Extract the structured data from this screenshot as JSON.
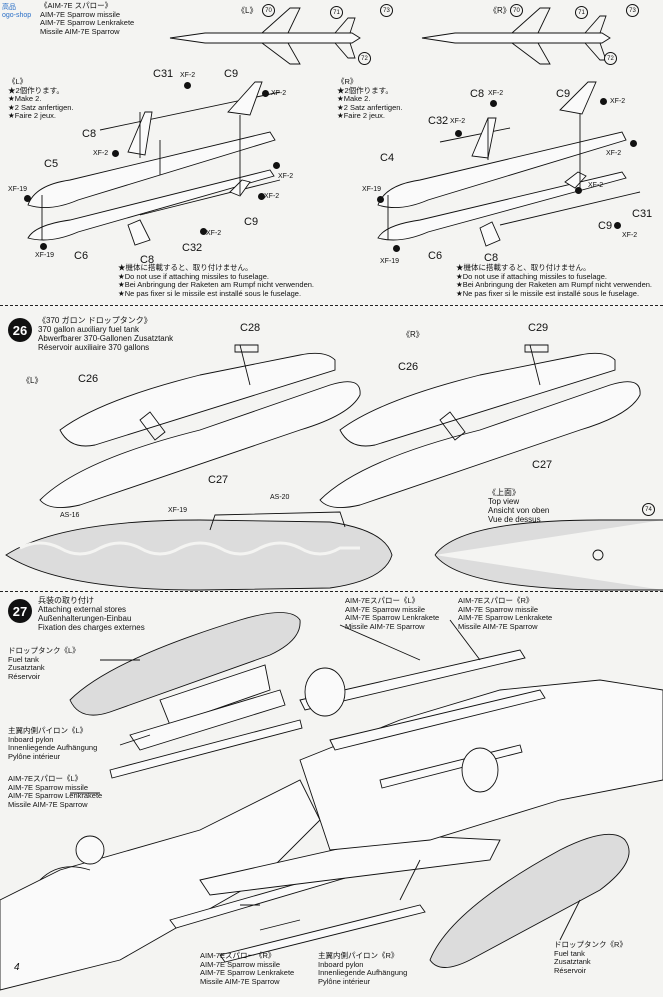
{
  "watermark": {
    "line1": "高品",
    "line2": "ogo-shop"
  },
  "section1": {
    "header_lines": [
      "《AIM-7E スパロー》",
      "AIM-7E Sparrow missile",
      "AIM-7E Sparrow Lenkrakete",
      "Missile AIM-7E Sparrow"
    ],
    "left_tag": "《L》",
    "right_tag": "《R》",
    "top_callouts": [
      "70",
      "71",
      "73",
      "72"
    ],
    "left_notes": [
      "《L》",
      "★2個作ります。",
      "★Make 2.",
      "★2 Satz anfertigen.",
      "★Faire 2 jeux."
    ],
    "right_notes": [
      "《R》",
      "★2個作ります。",
      "★Make 2.",
      "★2 Satz anfertigen.",
      "★Faire 2 jeux."
    ],
    "left_parts": {
      "c31": "C31",
      "c9a": "C9",
      "c8a": "C8",
      "c5": "C5",
      "c6": "C6",
      "c9b": "C9",
      "c8b": "C8",
      "c32": "C32"
    },
    "right_parts": {
      "c8a": "C8",
      "c9a": "C9",
      "c32": "C32",
      "c4": "C4",
      "c9b": "C9",
      "c31": "C31",
      "c6": "C6",
      "c8b": "C8"
    },
    "cement_codes": [
      "XF-2",
      "XF-2",
      "XF-2",
      "XF-19",
      "XF-2",
      "XF-19",
      "XF-2",
      "XF-2"
    ],
    "cement_codes_right": [
      "XF-2",
      "XF-2",
      "XF-2",
      "XF-19",
      "XF-2",
      "XF-19",
      "XF-2",
      "XF-2"
    ],
    "warning_left": [
      "★機体に搭載すると、取り付けません。",
      "★Do not use if attaching missiles to fuselage.",
      "★Bei Anbringung der Raketen am Rumpf nicht verwenden.",
      "★Ne pas fixer si le missile est installé sous le fuselage."
    ],
    "warning_right": [
      "★機体に搭載すると、取り付けません。",
      "★Do not use if attaching missiles to fuselage.",
      "★Bei Anbringung der Raketen am Rumpf nicht verwenden.",
      "★Ne pas fixer si le missile est installé sous le fuselage."
    ]
  },
  "section2": {
    "step": "26",
    "title_lines": [
      "《370 ガロン ドロップタンク》",
      "370 gallon auxiliary fuel tank",
      "Abwerfbarer 370-Gallonen Zusatztank",
      "Réservoir auxiliaire 370 gallons"
    ],
    "left_tag": "《L》",
    "right_tag": "《R》",
    "parts": {
      "c28": "C28",
      "c26a": "C26",
      "c27a": "C27",
      "c29": "C29",
      "c26b": "C26",
      "c27b": "C27"
    },
    "codes": {
      "as16": "AS-16",
      "xf19": "XF-19",
      "as20": "AS-20"
    },
    "top_view": [
      "《上面》",
      "Top view",
      "Ansicht von oben",
      "Vue de dessus"
    ],
    "callout": "74"
  },
  "section3": {
    "step": "27",
    "title_lines": [
      "兵装の取り付け",
      "Attaching external stores",
      "Außenhalterungen-Einbau",
      "Fixation des charges externes"
    ],
    "fuel_tank_l": [
      "ドロップタンク《L》",
      "Fuel tank",
      "Zusatztank",
      "Réservoir"
    ],
    "inboard_l": [
      "主翼内側パイロン《L》",
      "Inboard pylon",
      "Innenliegende Aufhängung",
      "Pylône intérieur"
    ],
    "sparrow_l": [
      "AIM-7Eスパロー《L》",
      "AIM-7E Sparrow missile",
      "AIM-7E Sparrow Lenkrakete",
      "Missile AIM-7E Sparrow"
    ],
    "sparrow_top_l": [
      "AIM-7Eスパロー《L》",
      "AIM-7E Sparrow missile",
      "AIM-7E Sparrow Lenkrakete",
      "Missile AIM-7E Sparrow"
    ],
    "sparrow_top_r": [
      "AIM-7Eスパロー《R》",
      "AIM-7E Sparrow missile",
      "AIM-7E Sparrow Lenkrakete",
      "Missile AIM-7E Sparrow"
    ],
    "sparrow_r": [
      "AIM-7Eスパロー《R》",
      "AIM-7E Sparrow missile",
      "AIM-7E Sparrow Lenkrakete",
      "Missile AIM-7E Sparrow"
    ],
    "inboard_r": [
      "主翼内側パイロン《R》",
      "Inboard pylon",
      "Innenliegende Aufhängung",
      "Pylône intérieur"
    ],
    "fuel_tank_r": [
      "ドロップタンク《R》",
      "Fuel tank",
      "Zusatztank",
      "Réservoir"
    ]
  },
  "page_number": "4"
}
